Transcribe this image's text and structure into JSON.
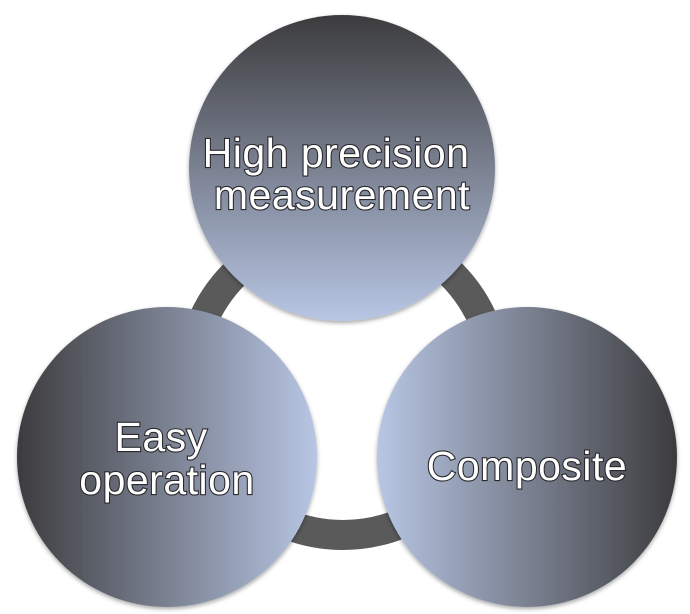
{
  "diagram": {
    "nodes": [
      {
        "id": "top",
        "lines": [
          "High precision",
          "measurement"
        ]
      },
      {
        "id": "left",
        "lines": [
          "Easy",
          "operation"
        ]
      },
      {
        "id": "right",
        "lines": [
          "Composite"
        ]
      }
    ],
    "colors": {
      "ring": "#5a5a5a",
      "circle_dark": "#3c3c3e",
      "circle_light": "#b8c6e4",
      "text": "#ffffff",
      "text_outline": "#2a2a2e"
    }
  }
}
